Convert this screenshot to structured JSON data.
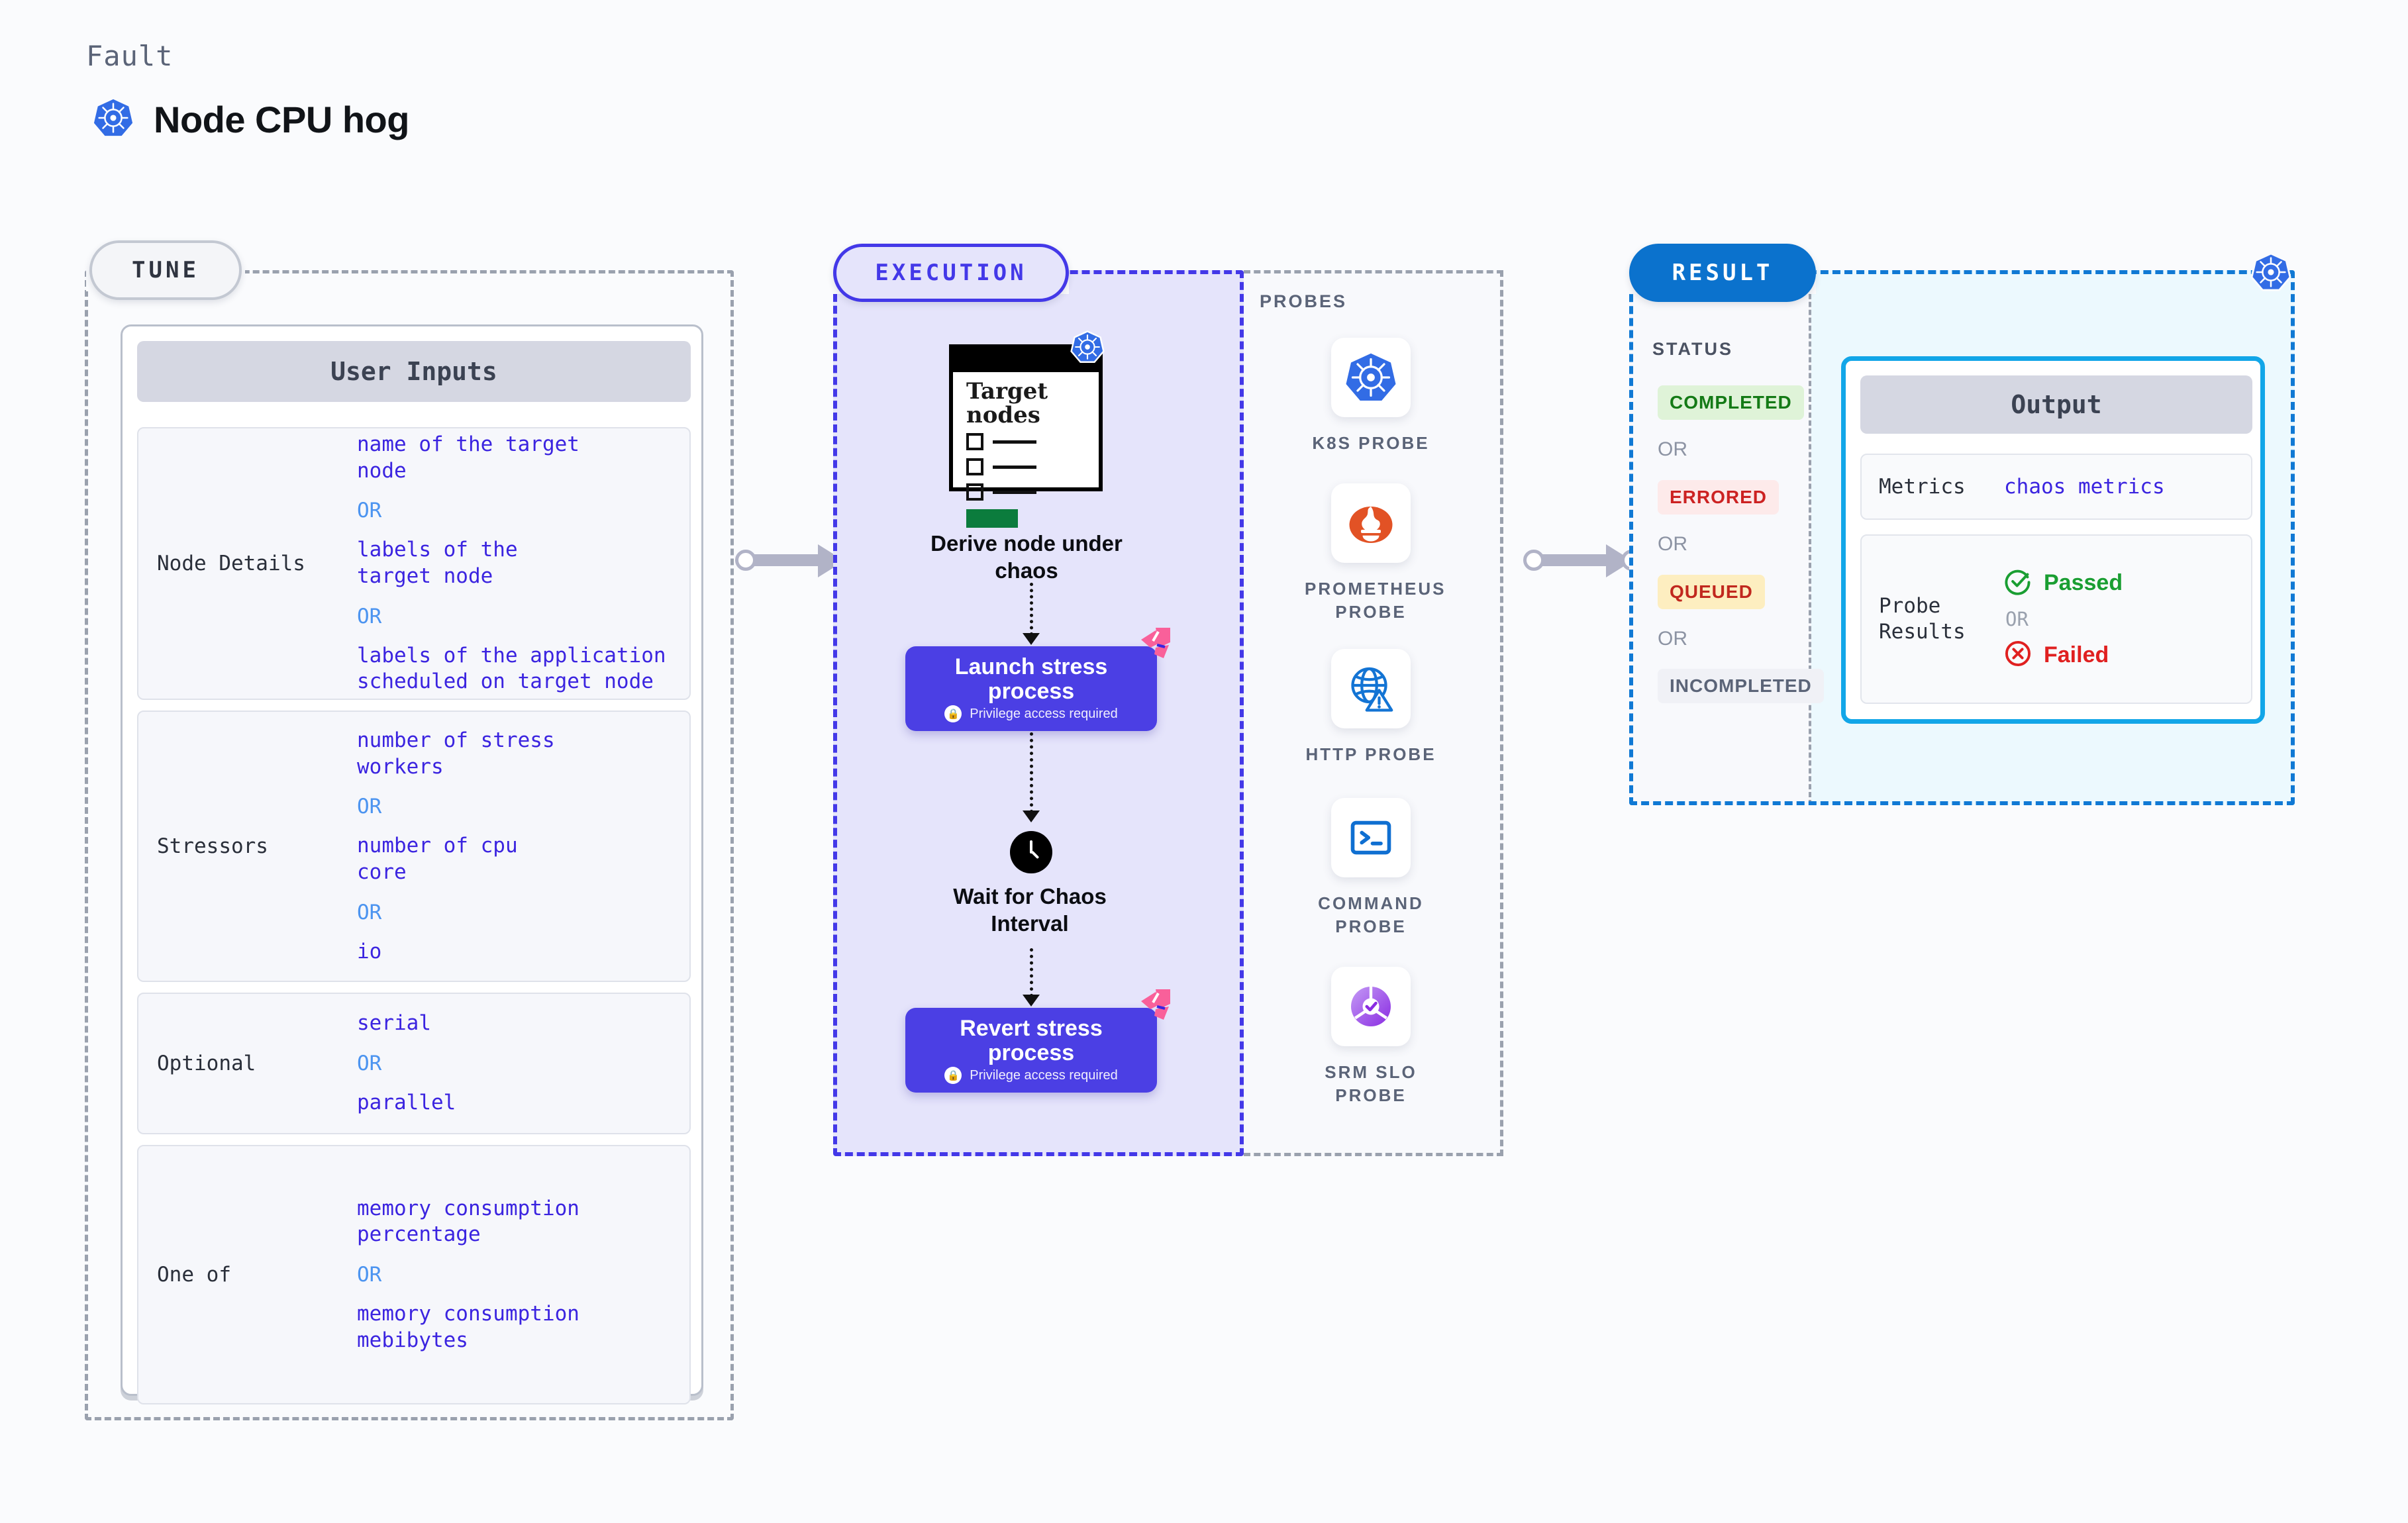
{
  "header": {
    "eyebrow": "Fault",
    "title": "Node CPU hog",
    "icon": "kubernetes-icon"
  },
  "tune": {
    "pill_label": "TUNE",
    "card_title": "User Inputs",
    "rows": [
      {
        "key": "Node Details",
        "values": [
          "name of the target\nnode",
          "labels of the\ntarget node",
          "labels of the application\n scheduled on target node"
        ],
        "separator": "OR"
      },
      {
        "key": "Stressors",
        "values": [
          "number of stress\nworkers",
          "number of cpu\ncore",
          "io"
        ],
        "separator": "OR"
      },
      {
        "key": "Optional",
        "values": [
          "serial",
          "parallel"
        ],
        "separator": "OR"
      },
      {
        "key": "One of",
        "values": [
          "memory consumption\npercentage",
          "memory consumption\nmebibytes"
        ],
        "separator": "OR"
      }
    ]
  },
  "execution": {
    "pill_label": "EXECUTION",
    "target_card": {
      "heading": "Target\nnodes",
      "icon": "kubernetes-icon"
    },
    "steps": [
      {
        "label": "Derive node under\nchaos"
      },
      {
        "label": "Launch stress\nprocess",
        "note": "Privilege access required",
        "icon": "lock-icon",
        "tag": "chaos-tag-icon"
      },
      {
        "label": "Wait for Chaos\nInterval",
        "icon": "clock-icon"
      },
      {
        "label": "Revert stress\nprocess",
        "note": "Privilege access required",
        "icon": "lock-icon",
        "tag": "chaos-tag-icon"
      }
    ]
  },
  "probes": {
    "title": "PROBES",
    "items": [
      {
        "label": "K8S PROBE",
        "icon": "kubernetes-icon"
      },
      {
        "label": "PROMETHEUS\nPROBE",
        "icon": "prometheus-icon"
      },
      {
        "label": "HTTP PROBE",
        "icon": "globe-warning-icon"
      },
      {
        "label": "COMMAND\nPROBE",
        "icon": "terminal-icon"
      },
      {
        "label": "SRM SLO\nPROBE",
        "icon": "slo-gauge-icon"
      }
    ]
  },
  "result": {
    "pill_label": "RESULT",
    "status_title": "STATUS",
    "separator": "OR",
    "statuses": [
      {
        "label": "COMPLETED",
        "bg": "#dff3d8",
        "color": "#147a16"
      },
      {
        "label": "ERRORED",
        "bg": "#fdeaea",
        "color": "#cc2222"
      },
      {
        "label": "QUEUED",
        "bg": "#fdeec0",
        "color": "#c1281e"
      },
      {
        "label": "INCOMPLETED",
        "bg": "#f0f1f6",
        "color": "#5b6478"
      }
    ],
    "k8s_badge": "kubernetes-icon",
    "output": {
      "title": "Output",
      "metrics_key": "Metrics",
      "metrics_value": "chaos metrics",
      "probe_key": "Probe\nResults",
      "passed": "Passed",
      "failed": "Failed",
      "separator": "OR",
      "passed_color": "#1a9e32",
      "failed_color": "#e02020"
    }
  },
  "colors": {
    "accent_purple": "#4338e8",
    "accent_blue": "#0b72cd",
    "accent_cyan": "#12a6e8",
    "value_text": "#3b24e0",
    "or_text": "#4c94f0",
    "background": "#fafbfd"
  }
}
